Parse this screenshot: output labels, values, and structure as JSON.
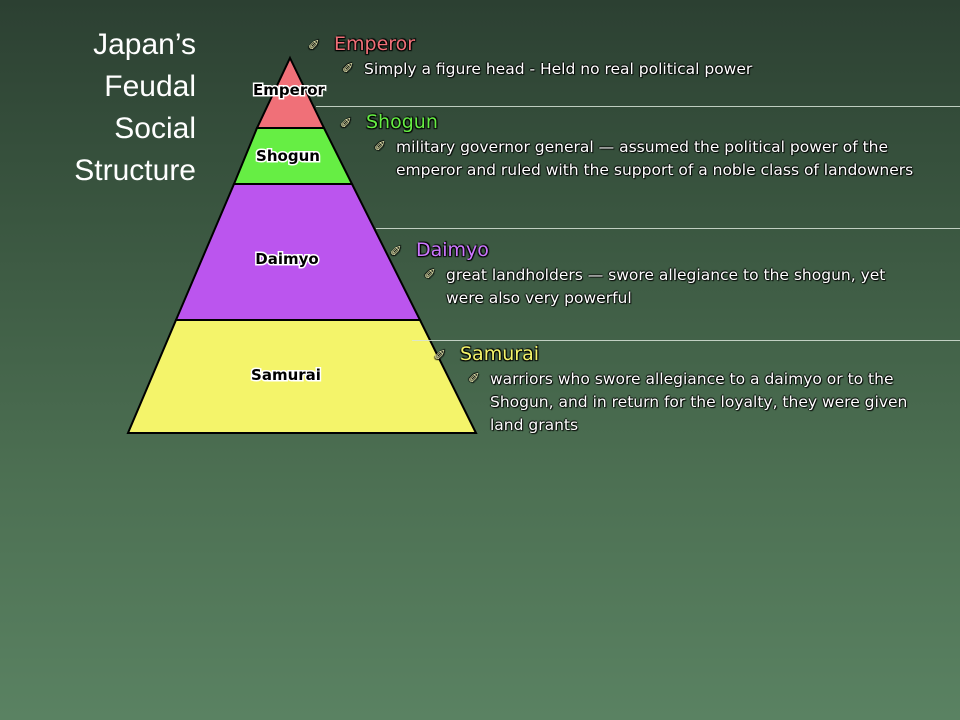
{
  "title_lines": [
    "Japan’s",
    "Feudal",
    "Social",
    "Structure"
  ],
  "pyramid": {
    "tiers": [
      {
        "label": "Emperor",
        "color": "#f07078"
      },
      {
        "label": "Shogun",
        "color": "#66ee44"
      },
      {
        "label": "Daimyo",
        "color": "#bb55ee"
      },
      {
        "label": "Samurai",
        "color": "#f4f46a"
      }
    ]
  },
  "bullet_icon": "quill-bullet-icon",
  "entries": [
    {
      "heading": "Emperor",
      "heading_color": "#f07078",
      "description": "Simply a figure head - Held no real political power"
    },
    {
      "heading": "Shogun",
      "heading_color": "#66ee44",
      "description": "military governor general — assumed the political power of the emperor and ruled with the support of a noble class of landowners"
    },
    {
      "heading": "Daimyo",
      "heading_color": "#cc77ff",
      "description": "great landholders — swore allegiance to the shogun, yet were also very powerful"
    },
    {
      "heading": "Samurai",
      "heading_color": "#f4f46a",
      "description": "warriors who swore allegiance to a daimyo or to the Shogun, and in return for the loyalty, they were given land grants"
    }
  ]
}
